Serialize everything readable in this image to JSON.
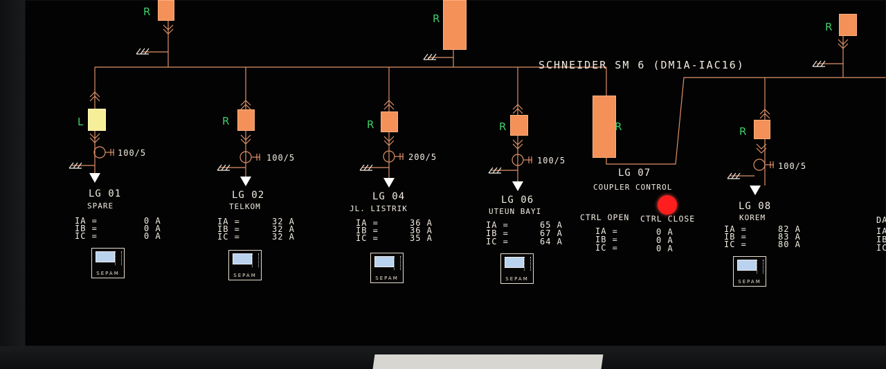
{
  "header": {
    "title": "SCHNEIDER SM 6 (DM1A-IAC16)"
  },
  "colors": {
    "line": "#e0926a",
    "breaker": "#f39159",
    "breaker_local": "#f5ef9a",
    "label": "#3fd06a",
    "close_indicator": "#ff1e1e"
  },
  "feeders": [
    {
      "id": "lg01",
      "name": "LG 01",
      "sub": "SPARE",
      "mode": "L",
      "ct": "100/5",
      "ia": "IA   =",
      "ib": "IB   =",
      "ic": "IC   =",
      "va": "0 A",
      "vb": "0 A",
      "vc": "0 A"
    },
    {
      "id": "lg02",
      "name": "LG 02",
      "sub": "TELKOM",
      "mode": "R",
      "ct": "100/5",
      "ia": "IA   =",
      "ib": "IB   =",
      "ic": "IC   =",
      "va": "32 A",
      "vb": "32 A",
      "vc": "32 A"
    },
    {
      "id": "lg04",
      "name": "LG 04",
      "sub": "JL. LISTRIK",
      "mode": "R",
      "ct": "200/5",
      "ia": "IA   =",
      "ib": "IB   =",
      "ic": "IC   =",
      "va": "36 A",
      "vb": "36 A",
      "vc": "35 A"
    },
    {
      "id": "lg06",
      "name": "LG 06",
      "sub": "UTEUN BAYI",
      "mode": "R",
      "ct": "100/5",
      "ia": "IA   =",
      "ib": "IB   =",
      "ic": "IC   =",
      "va": "65 A",
      "vb": "67 A",
      "vc": "64 A"
    },
    {
      "id": "lg08",
      "name": "LG 08",
      "sub": "KOREM",
      "mode": "R",
      "ct": "100/5",
      "ia": "IA   =",
      "ib": "IB   =",
      "ic": "IC   =",
      "va": "82 A",
      "vb": "83 A",
      "vc": "80 A"
    }
  ],
  "coupler": {
    "name": "LG 07",
    "sub": "COUPLER CONTROL",
    "mode": "R",
    "ctrl_open": "CTRL OPEN",
    "ctrl_close": "CTRL CLOSE",
    "ia": "IA   =",
    "ib": "IB   =",
    "ic": "IC   =",
    "va": "0 A",
    "vb": "0 A",
    "vc": "0 A"
  },
  "incomers": [
    {
      "mode": "R"
    },
    {
      "mode": "R"
    }
  ],
  "sepam_label": "SEPAM",
  "edge_feeder": {
    "name": "DA",
    "ia": "IA",
    "ib": "IB",
    "ic": "IC"
  }
}
